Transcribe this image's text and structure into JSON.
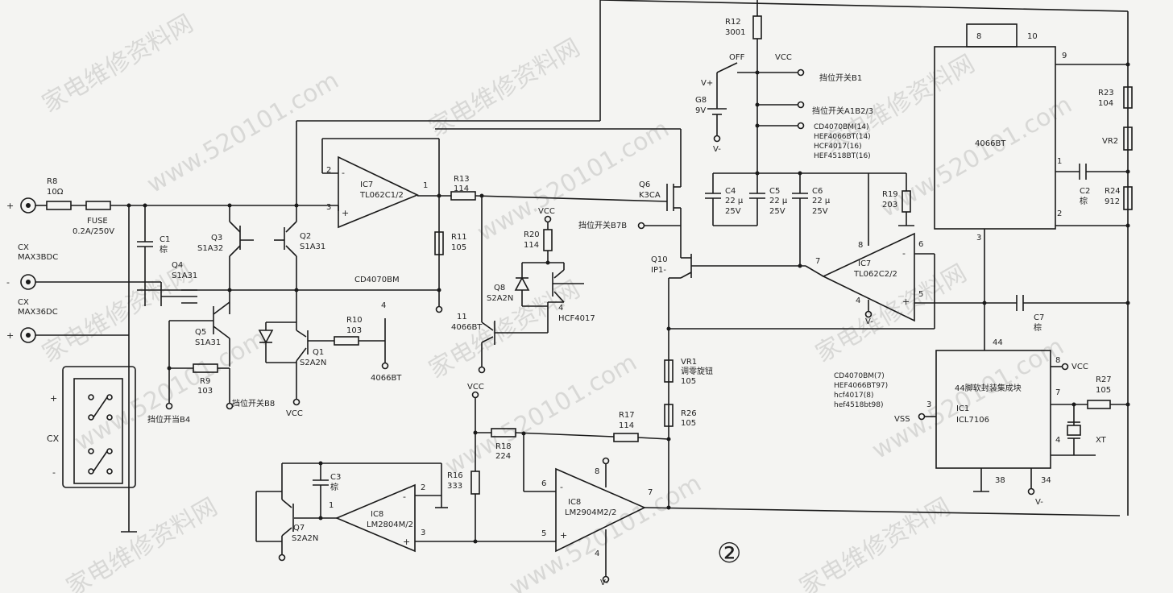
{
  "labels": {
    "r8": "R8",
    "r8v": "10Ω",
    "fuse": "FUSE",
    "fusev": "0.2A/250V",
    "plus1": "+",
    "minus": "-",
    "plus2": "+",
    "cxa": "CX",
    "cxa2": "MAX3BDC",
    "cxb": "CX",
    "cxb2": "MAX36DC",
    "c1": "C1",
    "c1v": "棕",
    "q4": "Q4",
    "q4v": "S1A31",
    "q3": "Q3",
    "q3v": "S1A32",
    "q2": "Q2",
    "q2v": "S1A31",
    "q5": "Q5",
    "q5v": "S1A31",
    "r9": "R9",
    "r9v": "103",
    "sw_b4": "挡位开当B4",
    "q1": "Q1",
    "q1v": "S2A2N",
    "r10": "R10",
    "r10v": "103",
    "p4a": "4",
    "ic4066a": "4066BT",
    "sw_b8": "挡位开关B8",
    "vcc_q1": "VCC",
    "cd4070bm": "CD4070BM",
    "cx_sw": "CX",
    "sw_plus": "+",
    "sw_minus": "-",
    "ic7a": "IC7",
    "ic7av": "TL062C1/2",
    "p2": "2",
    "p3": "3",
    "p1": "1",
    "opm": "-",
    "opp": "+",
    "r13": "R13",
    "r13v": "114",
    "r11": "R11",
    "r11v": "105",
    "p11": "11",
    "ic4066b": "4066BT",
    "vcc_r20": "VCC",
    "r20": "R20",
    "r20v": "114",
    "q8": "Q8",
    "q8v": "S2A2N",
    "p4b": "4",
    "hcf4017": "HCF4017",
    "vcc_mid": "VCC",
    "r18": "R18",
    "r18v": "224",
    "r17": "R17",
    "r17v": "114",
    "r16": "R16",
    "r16v": "333",
    "c3": "C3",
    "c3v": "棕",
    "q7": "Q7",
    "q7v": "S2A2N",
    "ic8a": "IC8",
    "ic8av": "LM2804M/2",
    "p2b": "2",
    "p1b": "1",
    "p3b": "3",
    "ic8b": "IC8",
    "ic8bv": "LM2904M2/2",
    "p6": "6",
    "p8": "8",
    "p7": "7",
    "p5": "5",
    "p4c": "4",
    "vminus_ic8": "V-",
    "circle2": "②",
    "r12": "R12",
    "r12v": "3001",
    "off": "OFF",
    "vcc_top": "VCC",
    "vplus": "V+",
    "g8": "G8",
    "g8v": "9V",
    "vminus_g8": "V-",
    "sw_b1": "挡位开关B1",
    "sw_a1b23": "挡位开关A1B2/3",
    "cd4070bm14": "CD4070BM(14)",
    "hef4066bt14": "HEF4066BT(14)",
    "hcf4017_16": "HCF4017(16)",
    "hef4518bt16": "HEF4518BT(16)",
    "c4": "C4",
    "c4v": "22 μ",
    "c4v2": "25V",
    "c5": "C5",
    "c5v": "22 μ",
    "c5v2": "25V",
    "c6": "C6",
    "c6v": "22 μ",
    "c6v2": "25V",
    "r19": "R19",
    "r19v": "203",
    "q6": "Q6",
    "q6v": "K3CA",
    "sw_b7b": "挡位开关B7B",
    "q10": "Q10",
    "q10v": "IP1-",
    "ic7b": "IC7",
    "ic7bv": "TL062C2/2",
    "p8b": "8",
    "p6b": "6",
    "p7b": "7",
    "p4d": "4",
    "p5b": "5",
    "vminus_ic7": "V-",
    "vr1": "VR1",
    "vr1v": "调零旋钮",
    "vr1v2": "105",
    "r26": "R26",
    "r26v": "105",
    "ic4066c": "4066BT",
    "t8": "8",
    "t10": "10",
    "t9": "9",
    "t1": "1",
    "t2": "2",
    "t3": "3",
    "r23": "R23",
    "r23v": "104",
    "vr2": "VR2",
    "c2": "C2",
    "c2v": "棕",
    "r24": "R24",
    "r24v": "912",
    "c7": "C7",
    "c7v": "棕",
    "p44": "44",
    "ic1_desc": "44脚软封装集成块",
    "ic1": "IC1",
    "icl7106": "ICL7106",
    "ic1_8": "8",
    "vcc_ic1": "VCC",
    "ic1_7": "7",
    "r27": "R27",
    "r27v": "105",
    "ic1_4": "4",
    "xt": "XT",
    "ic1_3": "3",
    "vss": "VSS",
    "ic1_38": "38",
    "ic1_34": "34",
    "vminus_ic1": "V-",
    "cd4070bm7": "CD4070BM(7)",
    "hef4066bt97": "HEF4066BT97)",
    "hcf4017_8": "hcf4017(8)",
    "hef4518bt98": "hef4518bt98)"
  },
  "watermarks": [
    "家电维修资料网",
    "www.520101.com"
  ]
}
